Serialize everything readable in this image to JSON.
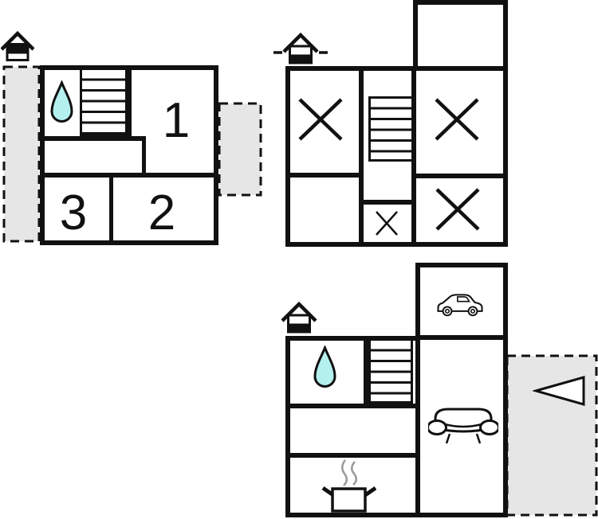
{
  "colors": {
    "background": "#ffffff",
    "wall": "#111111",
    "terrace_fill": "#e6e6e6",
    "water_fill": "#b4f0ee",
    "steam": "#9a9a9a"
  },
  "plans": {
    "upper_left": {
      "description": "floor plan with numbered rooms",
      "room_labels": {
        "r1": "1",
        "r2": "2",
        "r3": "3"
      },
      "icons": [
        "house-entrance-icon",
        "water-drop-icon",
        "stairs-icon"
      ],
      "terrace_count": 2
    },
    "upper_right": {
      "description": "floor plan with crossed rooms",
      "icons": [
        "house-entrance-dashes-icon",
        "stairs-icon"
      ],
      "large_cross_count": 3,
      "small_cross_count": 1
    },
    "ground": {
      "description": "floor plan with garage, living room and kitchen",
      "icons": [
        "house-entrance-icon",
        "car-icon",
        "water-drop-icon",
        "stairs-icon",
        "sofa-icon",
        "cooking-pot-icon",
        "terrace-arrow-icon"
      ],
      "terrace_count": 1
    }
  }
}
